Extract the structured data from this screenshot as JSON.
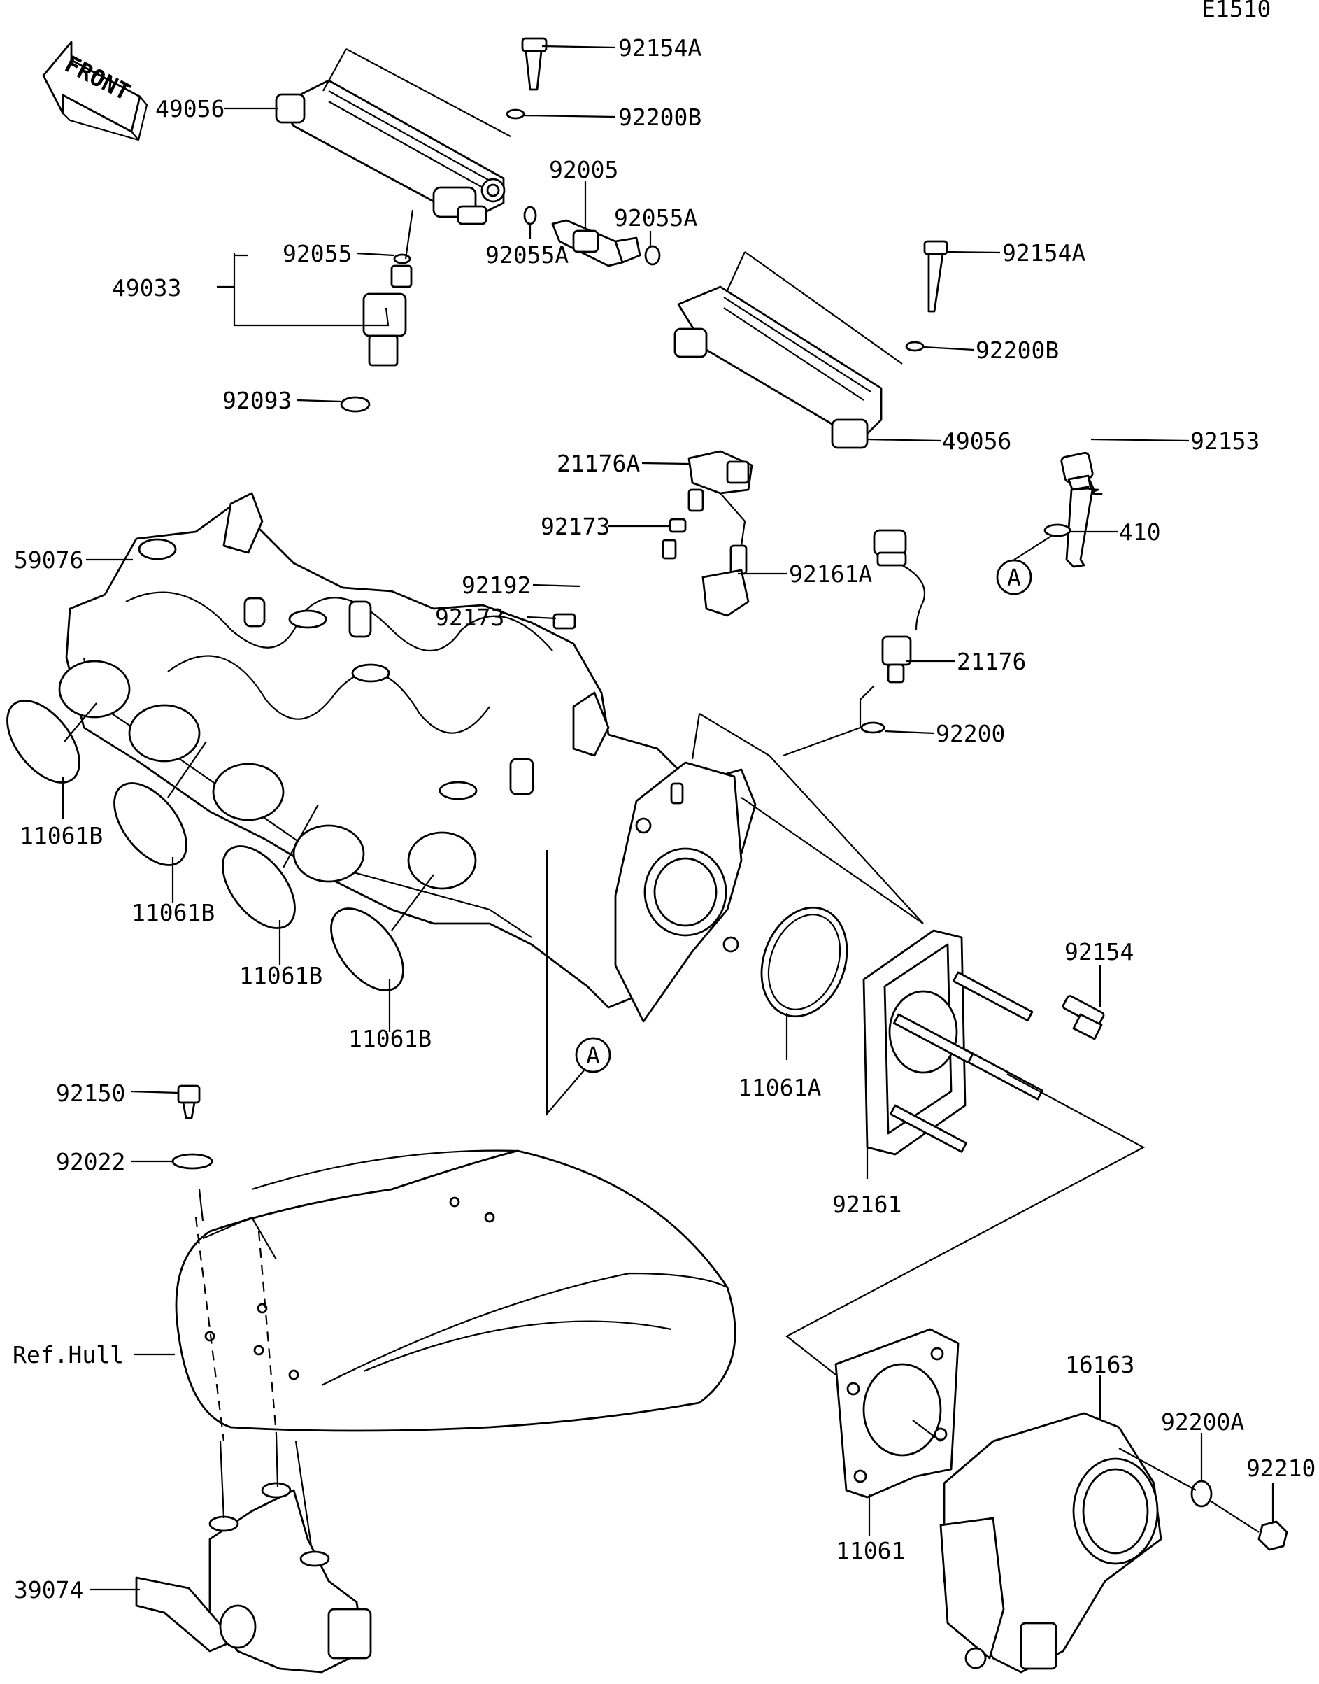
{
  "diagram_id": "E1510",
  "front_label": "FRONT",
  "ref_label": "Ref.Hull",
  "callout_marker": "A",
  "parts": {
    "p92154A_top": "92154A",
    "p92200B_top": "92200B",
    "p49056_left": "49056",
    "p92005": "92005",
    "p92055A_right": "92055A",
    "p92055A_left": "92055A",
    "p92055": "92055",
    "p49033": "49033",
    "p92154A_mid": "92154A",
    "p92200B_mid": "92200B",
    "p92093": "92093",
    "p49056_right": "49056",
    "p92153": "92153",
    "p21176A": "21176A",
    "p410": "410",
    "p92173_top": "92173",
    "p59076": "59076",
    "p92161A": "92161A",
    "p92192": "92192",
    "p92173_bot": "92173",
    "p21176": "21176",
    "p92200": "92200",
    "p11061B_1": "11061B",
    "p11061B_2": "11061B",
    "p11061B_3": "11061B",
    "p11061B_4": "11061B",
    "p92154": "92154",
    "p11061A": "11061A",
    "p92150": "92150",
    "p92022": "92022",
    "p92161": "92161",
    "p16163": "16163",
    "p92200A": "92200A",
    "p92210": "92210",
    "p11061": "11061",
    "p39074": "39074"
  }
}
